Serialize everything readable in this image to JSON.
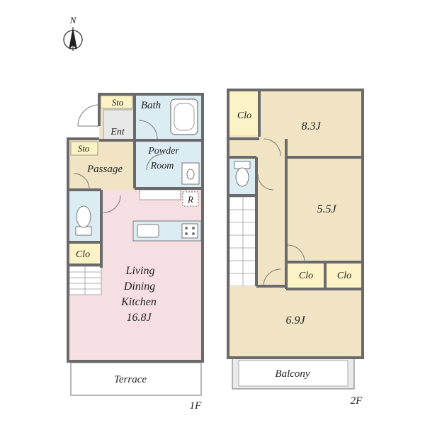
{
  "compass": {
    "label": "N"
  },
  "colors": {
    "wall": "#6a6a6a",
    "living": "#f6dfe3",
    "beige": "#f0e4c4",
    "wet": "#dcecf3",
    "closet": "#fbf3c6",
    "balcony": "#e9e9e9",
    "stairs": "#ffffff"
  },
  "floor1": {
    "floor_label": "1F",
    "rooms": {
      "sto_top": "Sto",
      "entrance": "Ent",
      "bath": "Bath",
      "sto_passage": "Sto",
      "passage": "Passage",
      "powder_room": [
        "Powder",
        "Room"
      ],
      "refrigerator": "R",
      "closet": "Clo",
      "ldk": [
        "Living",
        "Dining",
        "Kitchen",
        "16.8J"
      ],
      "terrace": "Terrace"
    }
  },
  "floor2": {
    "floor_label": "2F",
    "rooms": {
      "closet_a": "Clo",
      "room_top": "8.3J",
      "room_middle": "5.5J",
      "closet_b": "Clo",
      "closet_c": "Clo",
      "room_bottom": "6.9J",
      "balcony": "Balcony"
    }
  }
}
